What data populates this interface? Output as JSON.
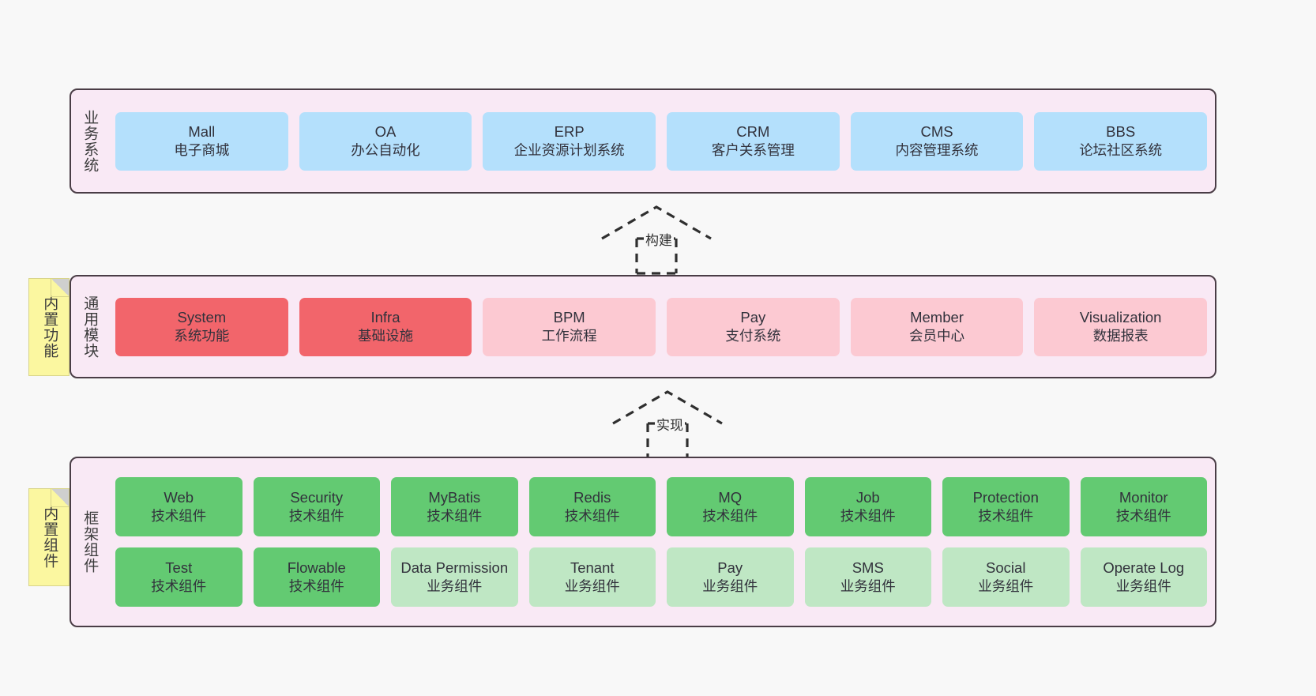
{
  "colors": {
    "page_background": "#f8f8f8",
    "panel_background": "#f9e9f5",
    "panel_border": "#4a3d46",
    "blue": "#b4e0fc",
    "red": "#f2656b",
    "pink": "#fcc9d2",
    "green": "#63ca72",
    "green_light": "#bfe7c4",
    "note_yellow": "#fbf7a0"
  },
  "layers": {
    "business": {
      "title": "业务系统",
      "rows": [
        [
          {
            "en": "Mall",
            "cn": "电子商城",
            "color": "blue"
          },
          {
            "en": "OA",
            "cn": "办公自动化",
            "color": "blue"
          },
          {
            "en": "ERP",
            "cn": "企业资源计划系统",
            "color": "blue"
          },
          {
            "en": "CRM",
            "cn": "客户关系管理",
            "color": "blue"
          },
          {
            "en": "CMS",
            "cn": "内容管理系统",
            "color": "blue"
          },
          {
            "en": "BBS",
            "cn": "论坛社区系统",
            "color": "blue"
          }
        ]
      ]
    },
    "common": {
      "title": "通用模块",
      "note": "内置功能",
      "rows": [
        [
          {
            "en": "System",
            "cn": "系统功能",
            "color": "red"
          },
          {
            "en": "Infra",
            "cn": "基础设施",
            "color": "red"
          },
          {
            "en": "BPM",
            "cn": "工作流程",
            "color": "pink"
          },
          {
            "en": "Pay",
            "cn": "支付系统",
            "color": "pink"
          },
          {
            "en": "Member",
            "cn": "会员中心",
            "color": "pink"
          },
          {
            "en": "Visualization",
            "cn": "数据报表",
            "color": "pink"
          }
        ]
      ]
    },
    "framework": {
      "title": "框架组件",
      "note": "内置组件",
      "rows": [
        [
          {
            "en": "Web",
            "cn": "技术组件",
            "color": "green"
          },
          {
            "en": "Security",
            "cn": "技术组件",
            "color": "green"
          },
          {
            "en": "MyBatis",
            "cn": "技术组件",
            "color": "green"
          },
          {
            "en": "Redis",
            "cn": "技术组件",
            "color": "green"
          },
          {
            "en": "MQ",
            "cn": "技术组件",
            "color": "green"
          },
          {
            "en": "Job",
            "cn": "技术组件",
            "color": "green"
          },
          {
            "en": "Protection",
            "cn": "技术组件",
            "color": "green"
          },
          {
            "en": "Monitor",
            "cn": "技术组件",
            "color": "green"
          }
        ],
        [
          {
            "en": "Test",
            "cn": "技术组件",
            "color": "green"
          },
          {
            "en": "Flowable",
            "cn": "技术组件",
            "color": "green"
          },
          {
            "en": "Data Permission",
            "cn": "业务组件",
            "color": "green_light"
          },
          {
            "en": "Tenant",
            "cn": "业务组件",
            "color": "green_light"
          },
          {
            "en": "Pay",
            "cn": "业务组件",
            "color": "green_light"
          },
          {
            "en": "SMS",
            "cn": "业务组件",
            "color": "green_light"
          },
          {
            "en": "Social",
            "cn": "业务组件",
            "color": "green_light"
          },
          {
            "en": "Operate Log",
            "cn": "业务组件",
            "color": "green_light"
          }
        ]
      ]
    }
  },
  "connectors": [
    {
      "label": "构建"
    },
    {
      "label": "实现"
    }
  ]
}
